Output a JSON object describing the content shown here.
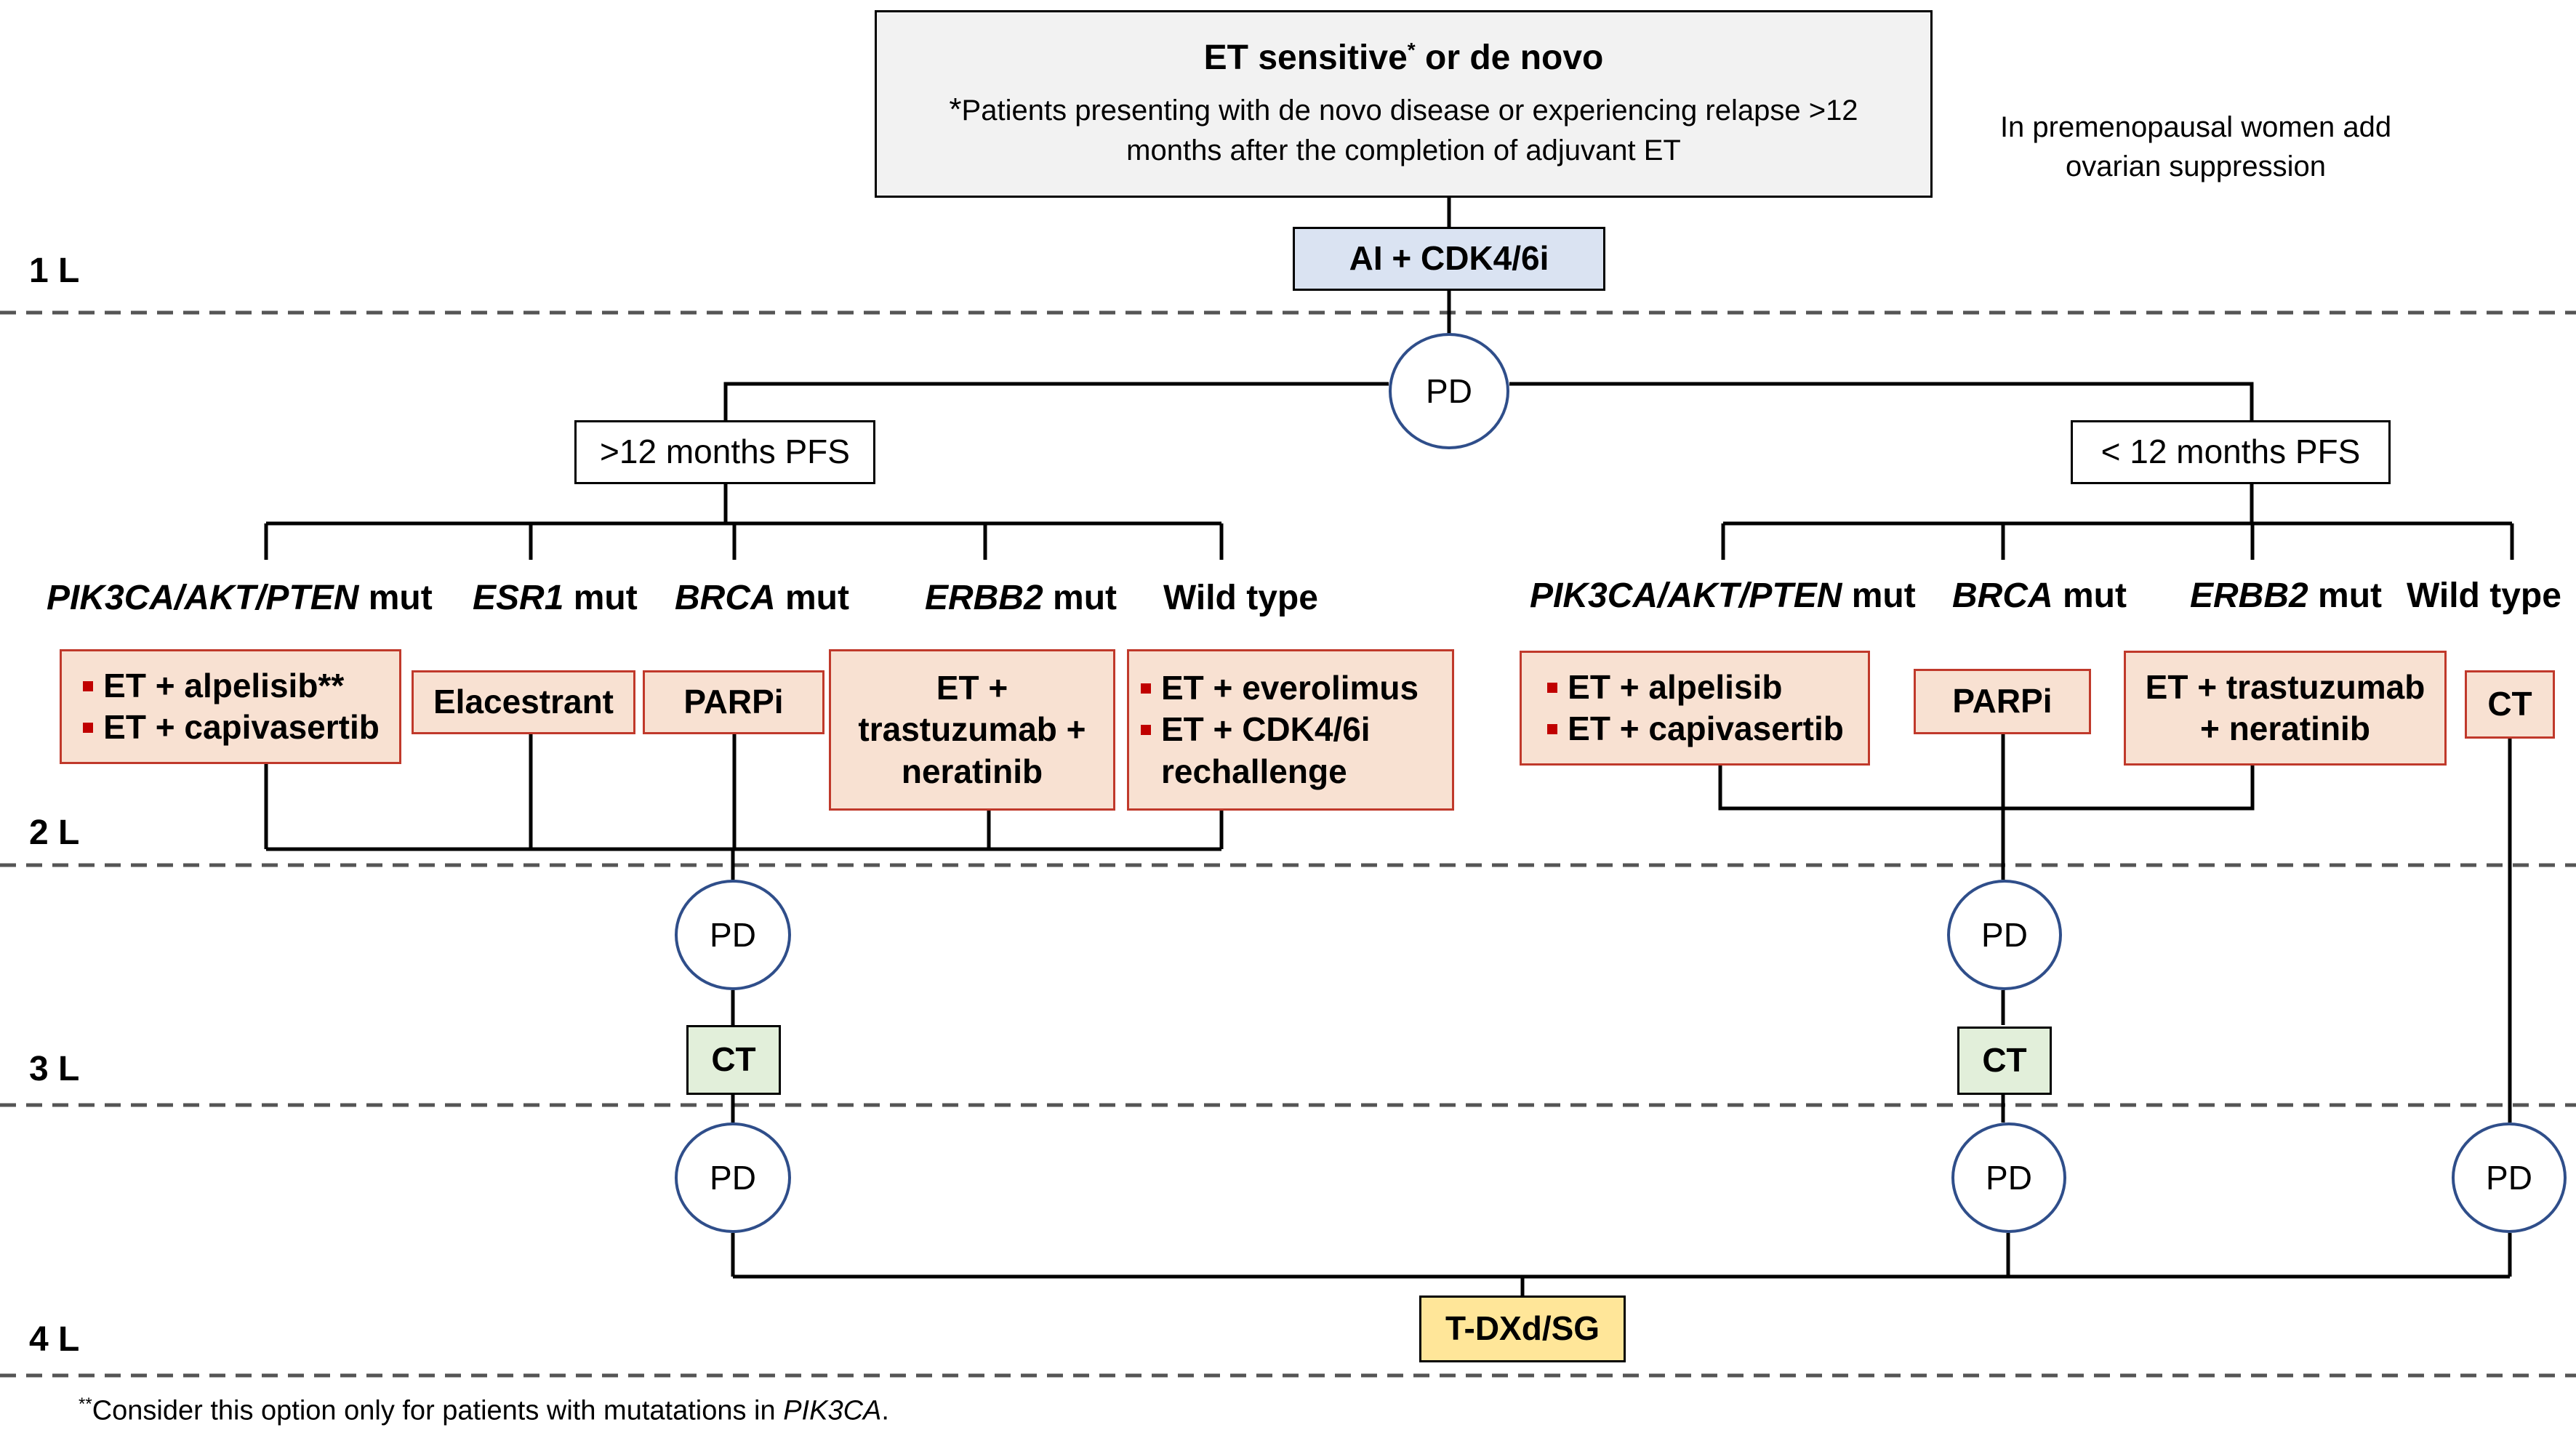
{
  "header": {
    "title": "ET sensitive",
    "title_star": "*",
    "title_rest": " or de novo",
    "footnote_mark": "*",
    "subtitle": "Patients presenting with de novo disease or experiencing relapse >12 months after the completion of adjuvant ET"
  },
  "side_note": "In premenopausal women add ovarian suppression",
  "line_labels": {
    "l1": "1 L",
    "l2": "2 L",
    "l3": "3 L",
    "l4": "4 L"
  },
  "first_line": "AI + CDK4/6i",
  "pd": "PD",
  "branches": {
    "left": ">12 months PFS",
    "right": "< 12 months PFS"
  },
  "left_mutations": {
    "pik3ca_italic": "PIK3CA/AKT/PTEN",
    "pik3ca_rest": " mut",
    "esr1_italic": "ESR1",
    "esr1_rest": " mut",
    "brca_italic": "BRCA",
    "brca_rest": " mut",
    "erbb2_italic": "ERBB2",
    "erbb2_rest": " mut",
    "wild": "Wild type"
  },
  "left_treatments": {
    "pik3ca": [
      "ET + alpelisib**",
      "ET + capivasertib"
    ],
    "esr1": "Elacestrant",
    "brca": "PARPi",
    "erbb2": [
      "ET +",
      "trastuzumab +",
      "neratinib"
    ],
    "wild": [
      "ET + everolimus",
      "ET + CDK4/6i rechallenge"
    ]
  },
  "right_mutations": {
    "pik3ca_italic": "PIK3CA/AKT/PTEN",
    "pik3ca_rest": " mut",
    "brca_italic": "BRCA",
    "brca_rest": " mut",
    "erbb2_italic": "ERBB2",
    "erbb2_rest": " mut",
    "wild": "Wild type"
  },
  "right_treatments": {
    "pik3ca": [
      "ET + alpelisib",
      "ET + capivasertib"
    ],
    "brca": "PARPi",
    "erbb2": [
      "ET + trastuzumab",
      "+ neratinib"
    ],
    "wild": "CT"
  },
  "third_line": "CT",
  "fourth_line": "T-DXd/SG",
  "footnote": {
    "mark": "**",
    "text": "Consider this option only for patients with mutatations in ",
    "italic": "PIK3CA",
    "end": "."
  }
}
